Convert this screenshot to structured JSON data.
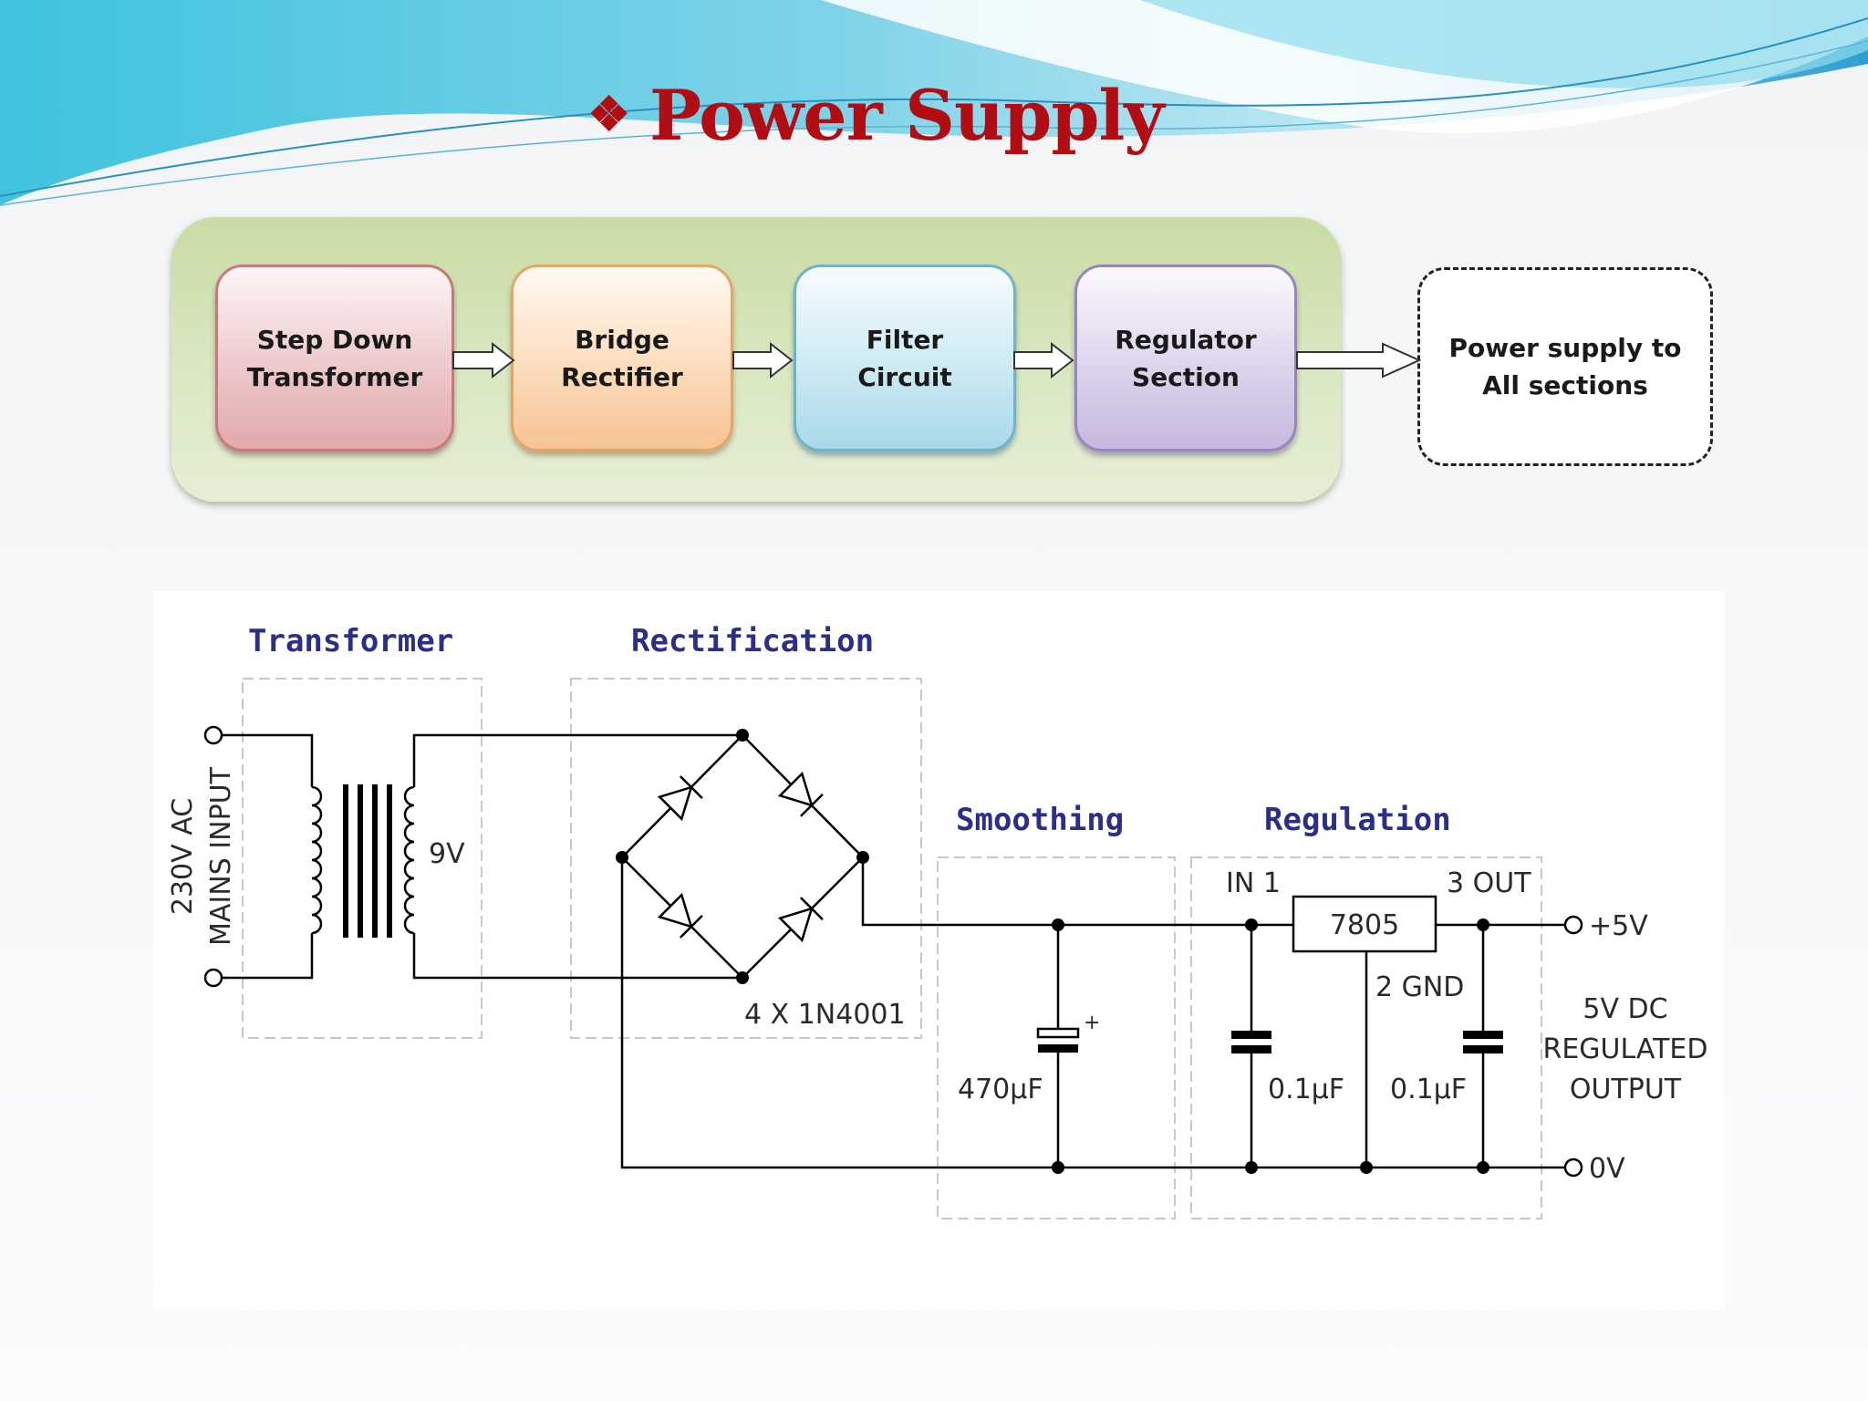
{
  "title": {
    "bullet": "❖",
    "text": "Power Supply"
  },
  "block_diagram": {
    "blocks": [
      {
        "label": "Step Down\nTransformer"
      },
      {
        "label": "Bridge\nRectifier"
      },
      {
        "label": "Filter\nCircuit"
      },
      {
        "label": "Regulator\nSection"
      }
    ],
    "output": {
      "label": "Power supply to\nAll sections"
    },
    "icons": [
      "arrow-right-icon"
    ]
  },
  "circuit": {
    "sections": {
      "transformer": "Transformer",
      "rectification": "Rectification",
      "smoothing": "Smoothing",
      "regulation": "Regulation"
    },
    "input_label_line1": "230V AC",
    "input_label_line2": "MAINS INPUT",
    "secondary_voltage": "9V",
    "diodes": "4 X 1N4001",
    "capacitor_main": "470µF",
    "capacitor_polarity": "+",
    "cap_in": "0.1µF",
    "cap_out": "0.1µF",
    "regulator": {
      "part": "7805",
      "pin_in": "IN 1",
      "pin_out": "3 OUT",
      "pin_gnd": "2 GND"
    },
    "output_positive": "+5V",
    "output_ground": "0V",
    "output_desc": [
      "5V DC",
      "REGULATED",
      "OUTPUT"
    ]
  },
  "colors": {
    "title": "#b10d12",
    "section_titles": "#2b2f8a"
  }
}
